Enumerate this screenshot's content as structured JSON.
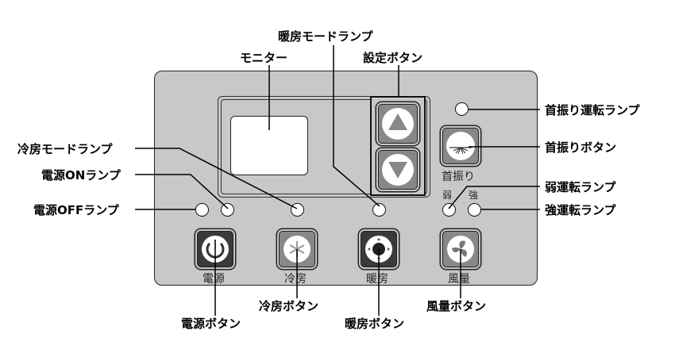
{
  "callouts": {
    "monitor": "モニター",
    "heat_mode_lamp": "暖房モードランプ",
    "setting_button": "設定ボタン",
    "swing_lamp": "首振り運転ランプ",
    "swing_button": "首振りボタン",
    "cool_mode_lamp": "冷房モードランプ",
    "power_on_lamp": "電源ONランプ",
    "power_off_lamp": "電源OFFランプ",
    "weak_lamp": "弱運転ランプ",
    "strong_lamp": "強運転ランプ",
    "power_button": "電源ボタン",
    "cool_button": "冷房ボタン",
    "heat_button": "暖房ボタン",
    "fan_button": "風量ボタン"
  },
  "panel": {
    "power_label": "電源",
    "cool_label": "冷房",
    "heat_label": "暖房",
    "fan_label": "風量",
    "swing_label": "首振り",
    "weak_label": "弱",
    "strong_label": "強"
  },
  "colors": {
    "panel": "#c8c8c8",
    "dark_button": "#3a3a3a",
    "gray_button": "#888888"
  }
}
